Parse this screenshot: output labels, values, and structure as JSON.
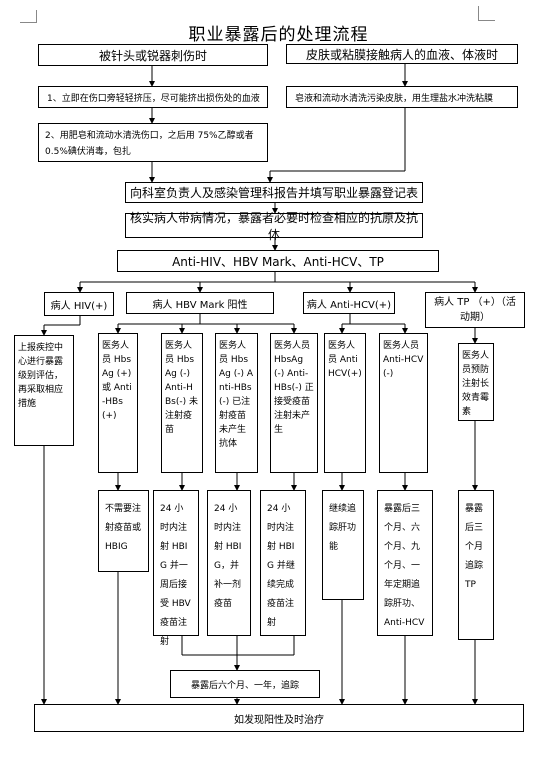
{
  "title": "职业暴露后的处理流程",
  "exposure": {
    "needle": "被针头或锐器刺伤时",
    "mucosa": "皮肤或粘膜接触病人的血液、体液时"
  },
  "steps": {
    "needle_step1": "1、立即在伤口旁轻轻挤压，尽可能挤出损伤处的血液",
    "needle_step2": "2、用肥皂和流动水清洗伤口，之后用 75%乙醇或者 0.5%碘伏消毒，包扎",
    "mucosa_step": "皂液和流动水清洗污染皮肤，用生理盐水冲洗粘膜",
    "report": "向科室负责人及感染管理科报告并填写职业暴露登记表",
    "verify": "核实病人带病情况，暴露者必要时检查相应的抗原及抗体",
    "tests": "Anti-HIV、HBV Mark、Anti-HCV、TP"
  },
  "patient_types": {
    "hiv": "病人 HIV(+)",
    "hbv": "病人 HBV Mark 阳性",
    "hcv": "病人 Anti-HCV(+)",
    "tp": "病人 TP （+）（活动期）"
  },
  "conditions": {
    "hiv": "上报疾控中心进行暴露级别评估，再采取相应措施",
    "hbv1": "医务人员 HbsAg (+) 或 Anti-HBs (+)",
    "hbv2": "医务人员 HbsAg (-) Anti-HBs(-) 未注射疫苗",
    "hbv3": "医务人员 HbsAg (-) Anti-HBs(-) 已注射疫苗未产生抗体",
    "hbv4": "医务人员 HbsAg (-) Anti-HBs(-) 正接受疫苗注射未产生",
    "hcv1": "医务人员 AntiHCV(+)",
    "hcv2": "医务人员 Anti-HCV(-)",
    "tp": "医务人员预防注射长效青霉素"
  },
  "actions": {
    "hbv1": "不需要注射疫苗或 HBIG",
    "hbv2": "24 小时内注射 HBIG 并一周后接受 HBV 疫苗注射",
    "hbv3": "24 小时内注射 HBIG，并补一剂疫苗",
    "hbv4": "24 小时内注射 HBIG 并继续完成疫苗注射",
    "hcv1": "继续追踪肝功能",
    "hcv2": "暴露后三个月、六个月、九个月、一年定期追踪肝功、Anti-HCV",
    "tp": "暴露后三个月追踪 TP"
  },
  "followup": "暴露后六个月、一年，追踪",
  "final": "如发现阳性及时治疗"
}
